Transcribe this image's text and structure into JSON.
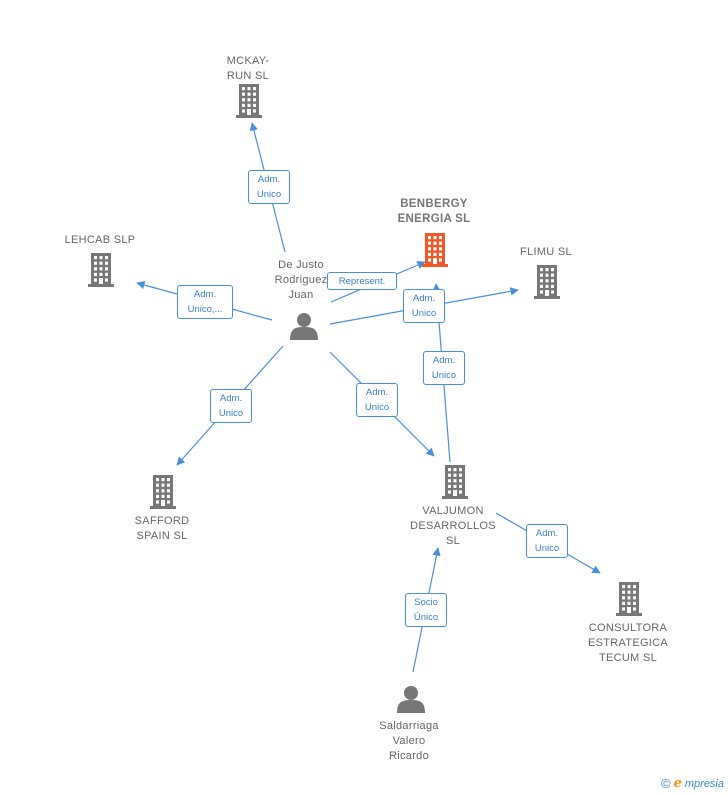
{
  "colors": {
    "edge": "#4a8fdb",
    "company": "#777777",
    "focus_company": "#f05a28",
    "person": "#777777"
  },
  "nodes": [
    {
      "id": "mckay",
      "type": "company",
      "label": "MCKAY-\nRUN  SL"
    },
    {
      "id": "lehcab",
      "type": "company",
      "label": "LEHCAB  SLP"
    },
    {
      "id": "benbergy",
      "type": "company-focus",
      "label": "BENBERGY\nENERGIA  SL"
    },
    {
      "id": "flimu",
      "type": "company",
      "label": "FLIMU  SL"
    },
    {
      "id": "dejusto",
      "type": "person",
      "label": "De Justo\nRodriguez\nJuan"
    },
    {
      "id": "safford",
      "type": "company",
      "label": "SAFFORD\nSPAIN SL"
    },
    {
      "id": "valjumon",
      "type": "company",
      "label": "VALJUMON\nDESARROLLOS\nSL"
    },
    {
      "id": "consultora",
      "type": "company",
      "label": "CONSULTORA\nESTRATEGICA\nTECUM  SL"
    },
    {
      "id": "saldarriaga",
      "type": "person",
      "label": "Saldarriaga\nValero\nRicardo"
    }
  ],
  "edges": [
    {
      "id": "e1",
      "label": "Adm.\nUnico"
    },
    {
      "id": "e2",
      "label": "Adm.\nUnico,..."
    },
    {
      "id": "e3",
      "label": "Represent."
    },
    {
      "id": "e4",
      "label": "Adm.\nUnico"
    },
    {
      "id": "e5",
      "label": "Adm.\nUnico"
    },
    {
      "id": "e6",
      "label": "Adm.\nUnico"
    },
    {
      "id": "e7",
      "label": "Adm.\nUnico"
    },
    {
      "id": "e8",
      "label": "Adm.\nUnico"
    },
    {
      "id": "e9",
      "label": "Socio\nÚnico"
    }
  ],
  "footer": {
    "copyright": "©",
    "brand_initial": "e",
    "brand_rest": "mpresia"
  }
}
